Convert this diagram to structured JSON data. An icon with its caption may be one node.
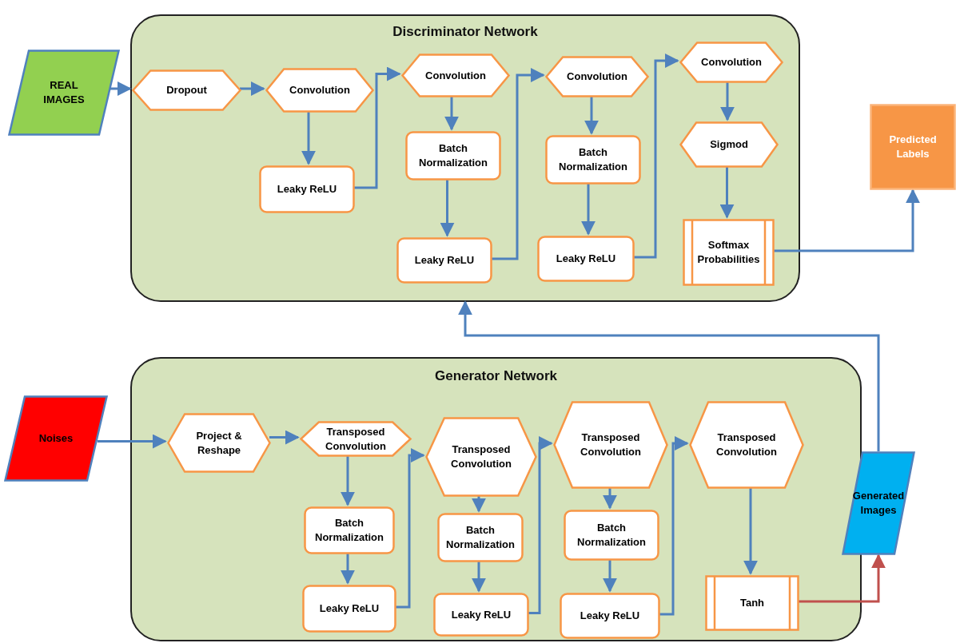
{
  "diagram": {
    "nodes": [
      {
        "text": [
          "Discriminator Network"
        ]
      },
      {
        "text": [
          "REAL IMAGES"
        ]
      },
      {
        "text": [
          "Dropout"
        ],
        "in": 0
      },
      {
        "text": [
          "Convolution"
        ],
        "in": 0
      },
      {
        "text": [
          "Leaky ReLU"
        ],
        "in": 0
      },
      {
        "text": [
          "Convolution"
        ],
        "in": 0
      },
      {
        "text": [
          "Batch Normalization"
        ],
        "in": 0
      },
      {
        "text": [
          "Leaky ReLU"
        ],
        "in": 0
      },
      {
        "text": [
          "Convolution"
        ],
        "in": 0
      },
      {
        "text": [
          "Batch Normalization"
        ],
        "in": 0
      },
      {
        "text": [
          "Leaky ReLU"
        ],
        "in": 0
      },
      {
        "text": [
          "Convolution"
        ],
        "in": 0
      },
      {
        "text": [
          "Sigmod"
        ],
        "in": 0
      },
      {
        "text": [
          "Softmax Probabilities"
        ],
        "in": 0
      },
      {
        "text": [
          "Predicted Labels"
        ]
      },
      {
        "text": [
          "Generator Network"
        ]
      },
      {
        "text": [
          "Noises"
        ]
      },
      {
        "text": [
          "Project & Reshape"
        ],
        "in": 15
      },
      {
        "text": [
          "Transposed Convolution"
        ],
        "in": 15
      },
      {
        "text": [
          "Batch Normalization"
        ],
        "in": 15
      },
      {
        "text": [
          "Leaky ReLU"
        ],
        "in": 15
      },
      {
        "text": [
          "Transposed Convolution"
        ],
        "in": 15
      },
      {
        "text": [
          "Batch Normalization"
        ],
        "in": 15
      },
      {
        "text": [
          "Leaky ReLU"
        ],
        "in": 15
      },
      {
        "text": [
          "Transposed Convolution"
        ],
        "in": 15
      },
      {
        "text": [
          "Batch Normalization"
        ],
        "in": 15
      },
      {
        "text": [
          "Leaky ReLU"
        ],
        "in": 15
      },
      {
        "text": [
          "Transposed Convolution"
        ],
        "in": 15
      },
      {
        "text": [
          "Tanh"
        ],
        "in": 15
      },
      {
        "text": [
          "Generated Images"
        ]
      }
    ],
    "edges": [
      {
        "from": 1,
        "to": 2,
        "arrow": "to"
      },
      {
        "from": 2,
        "to": 3,
        "arrow": "to"
      },
      {
        "from": 3,
        "to": 4,
        "arrow": "to"
      },
      {
        "from": 4,
        "to": 5,
        "arrow": "to"
      },
      {
        "from": 5,
        "to": 6,
        "arrow": "to"
      },
      {
        "from": 6,
        "to": 7,
        "arrow": "to"
      },
      {
        "from": 7,
        "to": 8,
        "arrow": "to"
      },
      {
        "from": 8,
        "to": 9,
        "arrow": "to"
      },
      {
        "from": 9,
        "to": 10,
        "arrow": "to"
      },
      {
        "from": 10,
        "to": 11,
        "arrow": "to"
      },
      {
        "from": 11,
        "to": 12,
        "arrow": "to"
      },
      {
        "from": 12,
        "to": 13,
        "arrow": "to"
      },
      {
        "from": 13,
        "to": 14,
        "arrow": "to"
      },
      {
        "from": 16,
        "to": 17,
        "arrow": "to"
      },
      {
        "from": 17,
        "to": 18,
        "arrow": "to"
      },
      {
        "from": 18,
        "to": 19,
        "arrow": "to"
      },
      {
        "from": 19,
        "to": 20,
        "arrow": "to"
      },
      {
        "from": 20,
        "to": 21,
        "arrow": "to"
      },
      {
        "from": 21,
        "to": 22,
        "arrow": "to"
      },
      {
        "from": 22,
        "to": 23,
        "arrow": "to"
      },
      {
        "from": 23,
        "to": 24,
        "arrow": "to"
      },
      {
        "from": 24,
        "to": 25,
        "arrow": "to"
      },
      {
        "from": 25,
        "to": 26,
        "arrow": "to"
      },
      {
        "from": 26,
        "to": 27,
        "arrow": "to"
      },
      {
        "from": 27,
        "to": 28,
        "arrow": "to"
      },
      {
        "from": 28,
        "to": 29,
        "arrow": "to",
        "color": "#c0504d"
      },
      {
        "from": 29,
        "to": 0,
        "arrow": "to"
      }
    ]
  }
}
